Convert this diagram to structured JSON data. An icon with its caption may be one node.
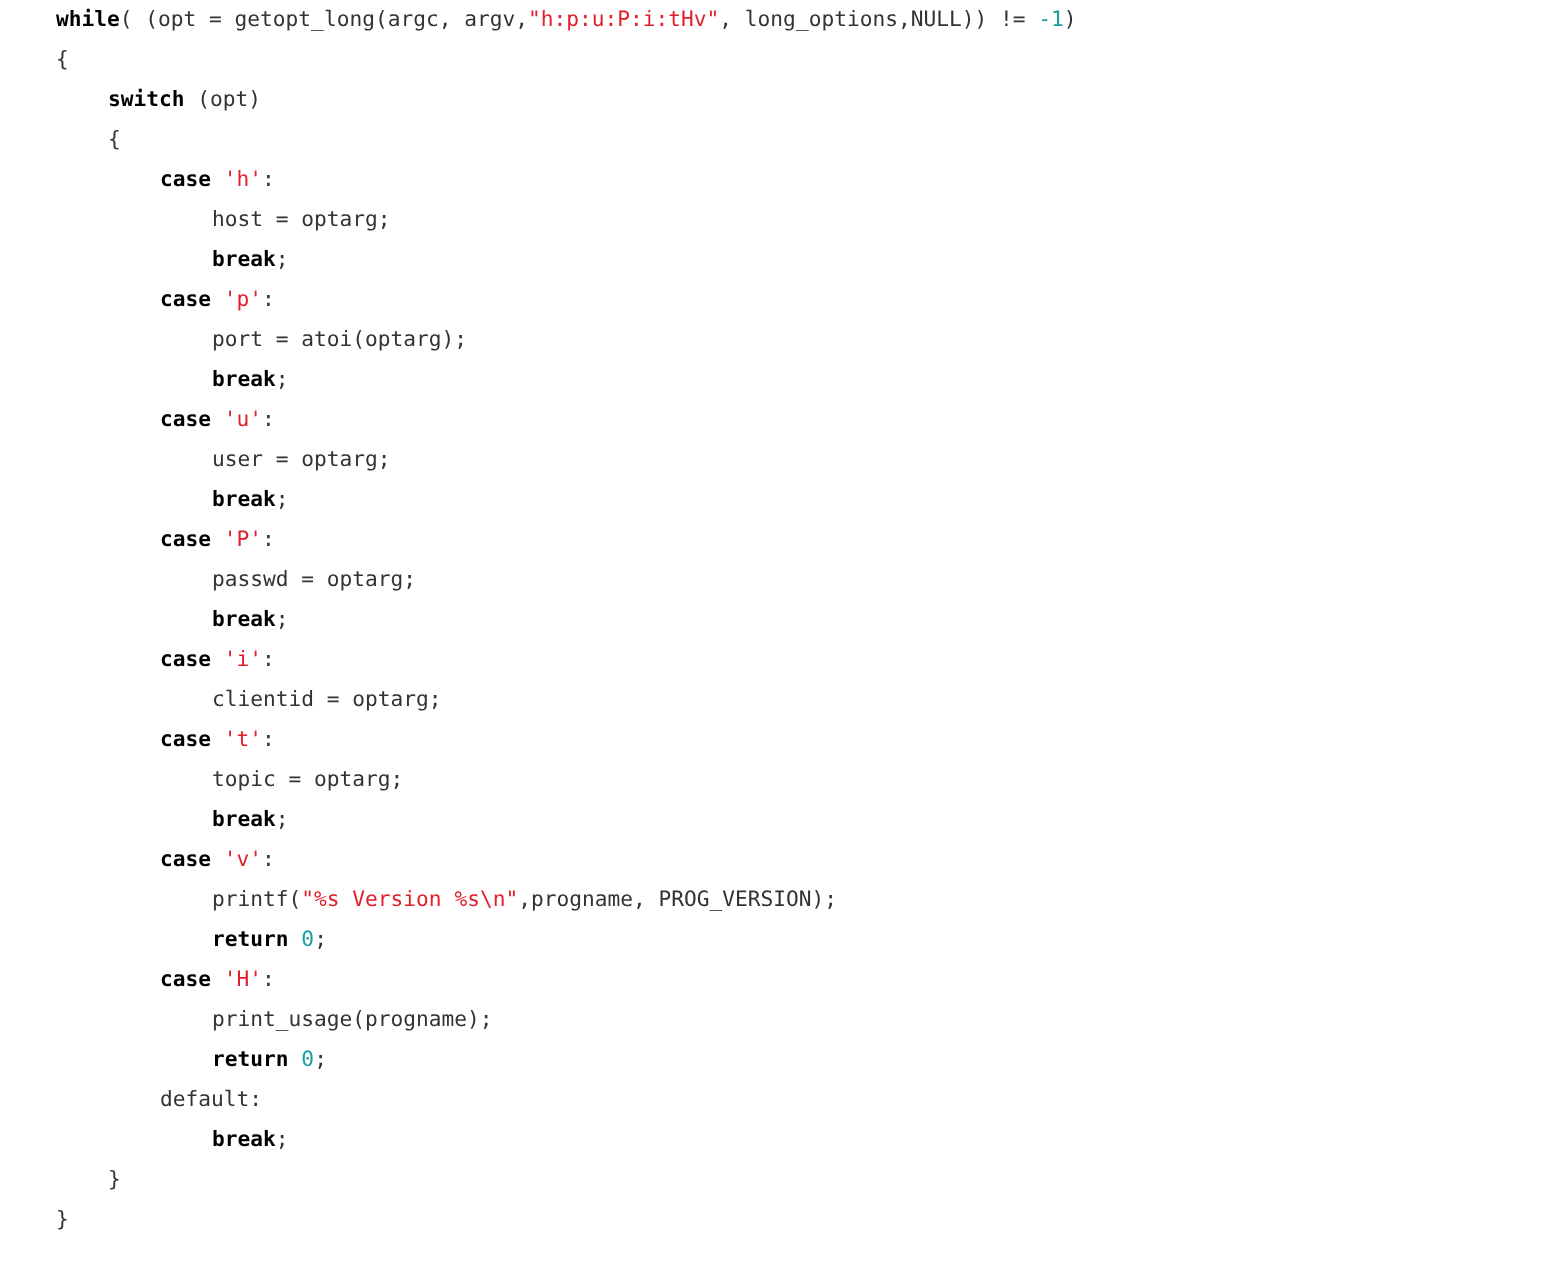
{
  "diagram": {
    "labels": [
      "**while**( (opt = getopt_long(argc, argv,\"h:p:u:P:i:tHv\", long_options,NULL)) != -1)",
      "{",
      "**switch** (opt)",
      "{",
      "**case** 'h':",
      "host = optarg;",
      "**break**;",
      "**case** 'p':",
      "port = atoi(optarg);",
      "**break**;",
      "**case** 'u':",
      "user = optarg;",
      "**break**;",
      "**case** 'P':",
      "passwd = optarg;",
      "**break**;",
      "**case** 'i':",
      "clientid = optarg;",
      "**case** 't':",
      "topic = optarg;",
      "**break**;",
      "**case** 'v':",
      "printf(\"%s Version %s\\n\",progname, PROG_VERSION);",
      "**return** 0;",
      "**case** 'H':",
      "print_usage(progname);",
      "**return** 0;",
      "default:",
      "**break**;",
      "}",
      "}"
    ]
  }
}
